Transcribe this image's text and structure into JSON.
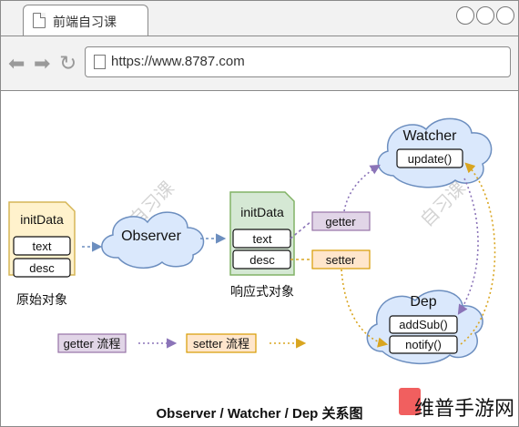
{
  "browser": {
    "tab_title": "前端自习课",
    "url": "https://www.8787.com"
  },
  "diagram": {
    "init_data_label": "initData",
    "field_text": "text",
    "field_desc": "desc",
    "original_object_label": "原始对象",
    "observer_label": "Observer",
    "reactive_init_data_label": "initData",
    "reactive_text": "text",
    "reactive_desc": "desc",
    "reactive_object_label": "响应式对象",
    "getter_label": "getter",
    "setter_label": "setter",
    "watcher_label": "Watcher",
    "update_label": "update()",
    "dep_label": "Dep",
    "addsub_label": "addSub()",
    "notify_label": "notify()",
    "legend_getter": "getter 流程",
    "legend_setter": "setter 流程",
    "caption": "Observer / Watcher / Dep 关系图"
  },
  "watermark": {
    "brand": "维普手游网",
    "sub": "自习课"
  },
  "colors": {
    "yellow_fill": "#fff2cc",
    "yellow_stroke": "#d6b656",
    "green_fill": "#d5e8d4",
    "green_stroke": "#82b366",
    "purple_fill": "#e1d5e7",
    "purple_stroke": "#9673a6",
    "orange_fill": "#ffe6cc",
    "orange_stroke": "#d79b00",
    "cloud_fill": "#dae8fc",
    "cloud_stroke": "#6c8ebf",
    "getter_arrow": "#8b74b8",
    "setter_arrow": "#d9a520"
  }
}
